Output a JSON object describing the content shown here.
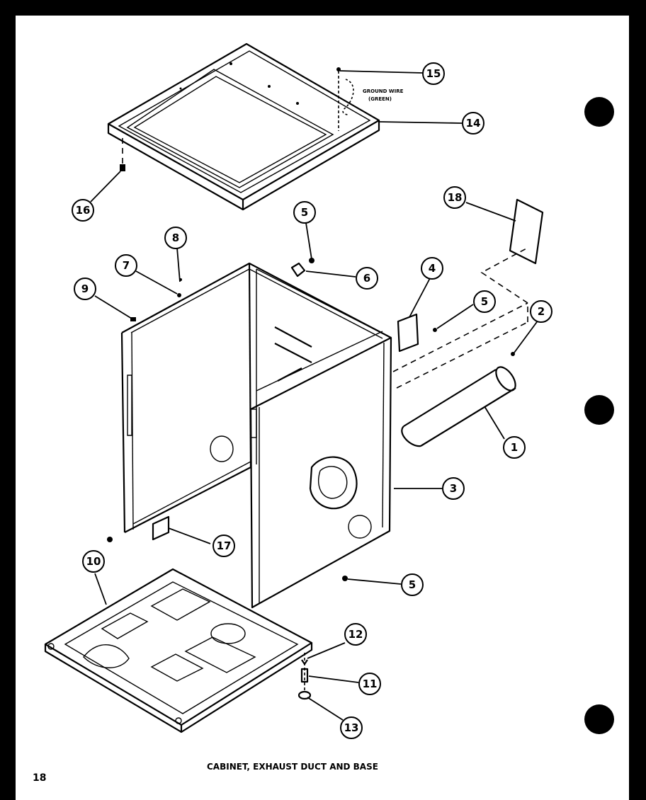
{
  "page_number": "18",
  "caption": "CABINET, EXHAUST DUCT AND BASE",
  "annotation": {
    "line1": "GROUND WIRE",
    "line2": "(GREEN)"
  },
  "callouts": [
    {
      "id": "c1",
      "label": "1"
    },
    {
      "id": "c2",
      "label": "2"
    },
    {
      "id": "c3",
      "label": "3"
    },
    {
      "id": "c4",
      "label": "4"
    },
    {
      "id": "c5a",
      "label": "5"
    },
    {
      "id": "c5b",
      "label": "5"
    },
    {
      "id": "c5c",
      "label": "5"
    },
    {
      "id": "c6",
      "label": "6"
    },
    {
      "id": "c7",
      "label": "7"
    },
    {
      "id": "c8",
      "label": "8"
    },
    {
      "id": "c9",
      "label": "9"
    },
    {
      "id": "c10",
      "label": "10"
    },
    {
      "id": "c11",
      "label": "11"
    },
    {
      "id": "c12",
      "label": "12"
    },
    {
      "id": "c13",
      "label": "13"
    },
    {
      "id": "c14",
      "label": "14"
    },
    {
      "id": "c15",
      "label": "15"
    },
    {
      "id": "c16",
      "label": "16"
    },
    {
      "id": "c17",
      "label": "17"
    },
    {
      "id": "c18",
      "label": "18"
    }
  ]
}
